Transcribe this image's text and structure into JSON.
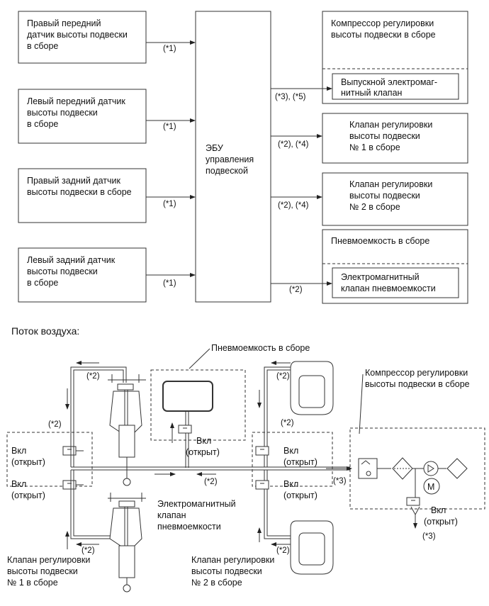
{
  "sensors": {
    "front_right": [
      "Правый передний",
      "датчик высоты подвески",
      "в сборе"
    ],
    "front_left": [
      "Левый передний датчик",
      "высоты подвески",
      "в сборе"
    ],
    "rear_right": [
      "Правый задний датчик",
      "высоты подвески в сборе"
    ],
    "rear_left": [
      "Левый задний датчик",
      "высоты подвески",
      "в сборе"
    ]
  },
  "ecu": [
    "ЭБУ",
    "управления",
    "подвеской"
  ],
  "compressor": {
    "title": [
      "Компрессор регулировки",
      "высоты подвески в сборе"
    ],
    "exhaust_valve": [
      "Выпускной электромаг-",
      "нитный клапан"
    ]
  },
  "valve1": [
    "Клапан регулировки",
    "высоты подвески",
    "№ 1 в сборе"
  ],
  "valve2": [
    "Клапан регулировки",
    "высоты подвески",
    "№ 2 в сборе"
  ],
  "tank": {
    "title": "Пневмоемкость в сборе",
    "solenoid": [
      "Электромагнитный",
      "клапан пневмоемкости"
    ]
  },
  "notes": {
    "n1": "(*1)",
    "n2": "(*2)",
    "n3": "(*3)",
    "n3n5": "(*3), (*5)",
    "n2n4": "(*2), (*4)"
  },
  "airflow": {
    "title": "Поток воздуха:",
    "tank_label": "Пневмоемкость в сборе",
    "compressor_label": [
      "Компрессор регулировки",
      "высоты подвески в сборе"
    ],
    "on": "Вкл",
    "open": "(открыт)",
    "tank_solenoid_label": [
      "Электромагнитный",
      "клапан",
      "пневмоемкости"
    ],
    "valve1_label": [
      "Клапан регулировки",
      "высоты подвески",
      "№ 1 в сборе"
    ],
    "valve2_label": [
      "Клапан регулировки",
      "высоты подвески",
      "№ 2 в сборе"
    ]
  },
  "icons": {
    "motor": "M"
  }
}
